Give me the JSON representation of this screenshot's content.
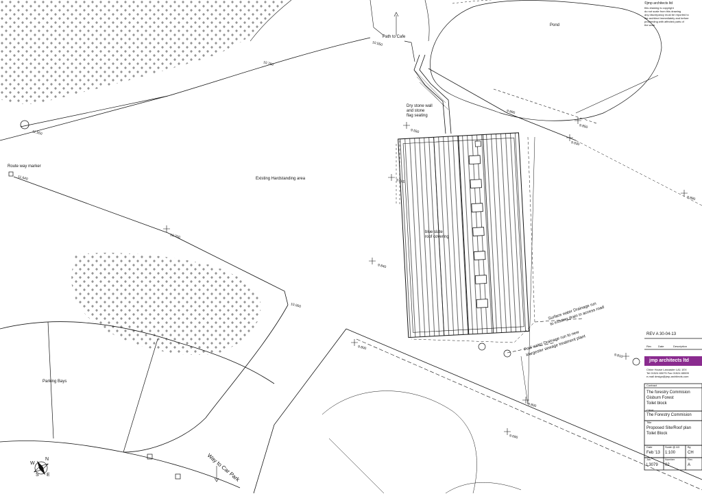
{
  "colors": {
    "line": "#111111",
    "brand": "#8a2b8f",
    "paper": "#ffffff"
  },
  "copyright": {
    "heading": "©jmp architects ltd",
    "lines": [
      "this drawing is copyright",
      "do not scale from this drawing",
      "any discrepancy must be reported to",
      "the architect immediately and before",
      "proceeding with affected parts of",
      "the work"
    ]
  },
  "site_labels": {
    "pond": "Pond",
    "path_to_cafe": "Path to Cafe",
    "dry_stone_wall": [
      "Dry stone wall",
      "and stone",
      "flag seating"
    ],
    "route_way_marker": "Route way marker",
    "hardstanding": "Existing Hardstanding area",
    "roof_covering": [
      "blue slate",
      "roof covering"
    ],
    "surface_water": [
      "Surface water Drainage run",
      "to existing drain in access road"
    ],
    "foul_water": [
      "Foul water Drainage run to new",
      "klargester sewage treatment plant"
    ],
    "parking_bays": "Parking Bays",
    "way_to_car_park": "Way to Car Park"
  },
  "levels": [
    "10.550",
    "10.760",
    "11.550",
    "11.640",
    "10.700",
    "10.000",
    "9.850",
    "9.890",
    "9.840",
    "9.605",
    "9.550",
    "9.800",
    "9.890",
    "9.810",
    "9.930",
    "9.690",
    "9.800"
  ],
  "compass": {
    "n": "N",
    "w": "W",
    "e": "E",
    "s": "S"
  },
  "title_block": {
    "revision": "REV A  30-04-13",
    "rev_headers": [
      "Rev",
      "Date",
      "Description"
    ],
    "company": "jmp architects ltd",
    "address": [
      "Chine House  Lancaster  LA1 1EX",
      "Tel 01524 65075  Fax 01524 65599",
      "e-mail design@jmp-architects.com"
    ],
    "project_heading": "Contract",
    "project": [
      "The forestry Commision",
      "Gisburn Forest",
      "Toilet block"
    ],
    "client_heading": "Client",
    "client": "The Forestry Commision",
    "title_heading": "Title",
    "title": [
      "Proposed Site/Roof plan",
      "Toilet Block"
    ],
    "date_heading": "Date",
    "date": "Feb '13",
    "scale_heading": "Scale @ A3",
    "scale": "1:100",
    "by_heading": "By",
    "by": "CH",
    "job_heading": "Job",
    "job": "L3079",
    "number_heading": "Number",
    "number": "02",
    "rev_heading": "Rev",
    "rev": "A"
  }
}
